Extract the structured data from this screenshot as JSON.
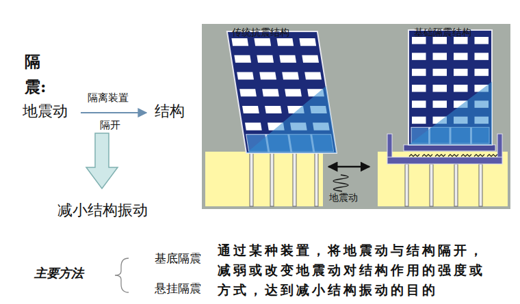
{
  "diagram": {
    "nodes": [
      {
        "text": [
          "传统抗震结构",
          "基础隔震结构",
          "地震动"
        ]
      }
    ],
    "labels": [
      "隔震:",
      "地震动",
      "隔离装置",
      "隔开",
      "结构",
      "减小结构振动",
      "主要方法",
      "基底隔震",
      "悬挂隔震",
      "通过某种装置，将地震动与结构隔开， 减弱或改变地震动对结构作用的强度或 方式，达到减小结构振动的目的"
    ]
  }
}
